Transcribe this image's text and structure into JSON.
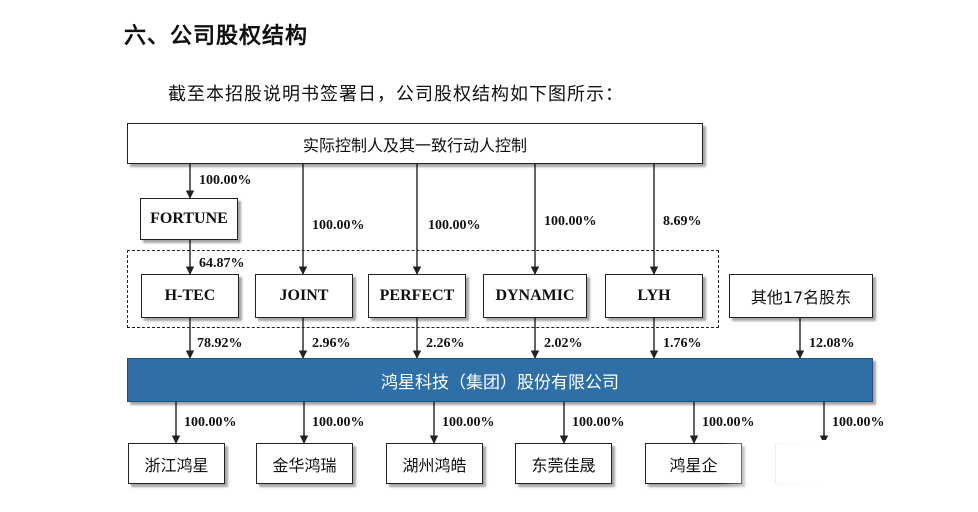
{
  "heading": "六、公司股权结构",
  "intro": "截至本招股说明书签署日，公司股权结构如下图所示：",
  "controller": "实际控制人及其一致行动人控制",
  "fortune": {
    "name": "FORTUNE",
    "pct_from_controller": "100.00%"
  },
  "shareholders": [
    {
      "name": "H-TEC",
      "pct_in": "64.87%",
      "pct_out": "78.92%"
    },
    {
      "name": "JOINT",
      "pct_in": "100.00%",
      "pct_out": "2.96%"
    },
    {
      "name": "PERFECT",
      "pct_in": "100.00%",
      "pct_out": "2.26%"
    },
    {
      "name": "DYNAMIC",
      "pct_in": "100.00%",
      "pct_out": "2.02%"
    },
    {
      "name": "LYH",
      "pct_in": "8.69%",
      "pct_out": "1.76%"
    },
    {
      "name": "其他17名股东",
      "pct_out": "12.08%"
    }
  ],
  "company": "鸿星科技（集团）股份有限公司",
  "subsidiaries": [
    {
      "name": "浙江鸿星",
      "pct": "100.00%"
    },
    {
      "name": "金华鸿瑞",
      "pct": "100.00%"
    },
    {
      "name": "湖州鸿皓",
      "pct": "100.00%"
    },
    {
      "name": "东莞佳晟",
      "pct": "100.00%"
    },
    {
      "name": "鸿星企",
      "pct": "100.00%"
    },
    {
      "name": "",
      "pct": "100.00%"
    }
  ]
}
